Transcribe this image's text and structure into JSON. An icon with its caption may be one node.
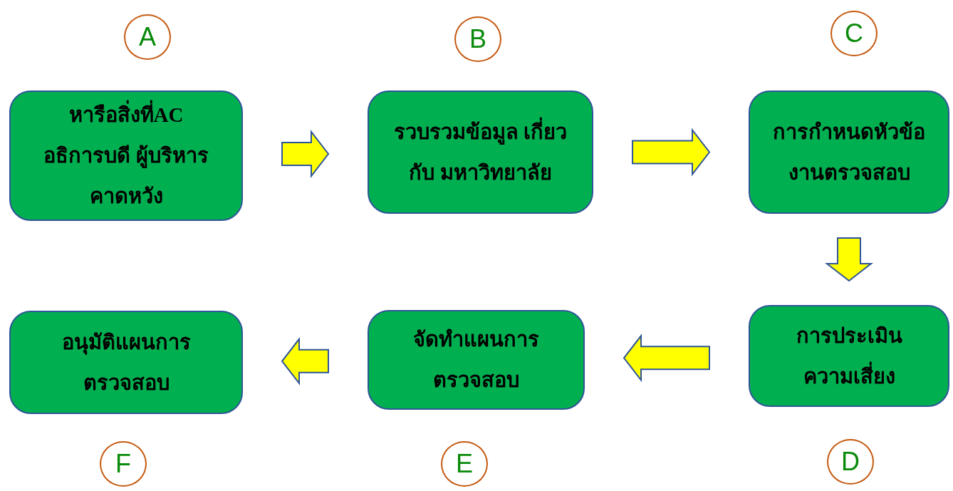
{
  "diagram": {
    "nodes": [
      {
        "text": [
          "A"
        ]
      },
      {
        "text": [
          "B"
        ]
      },
      {
        "text": [
          "C"
        ]
      },
      {
        "text": [
          "หารือสิ่งที่AC อธิการบดี ผู้บริหาร คาดหวัง"
        ]
      },
      {
        "text": [
          "รวบรวมข้อมูล เกี่ยวกับ มหาวิทยาลัย"
        ]
      },
      {
        "text": [
          "การกำหนดหัวข้อ งานตรวจสอบ"
        ]
      },
      {
        "text": [
          "อนุมัติแผนการ ตรวจสอบ"
        ]
      },
      {
        "text": [
          "จัดทำแผนการ ตรวจสอบ"
        ]
      },
      {
        "text": [
          "การประเมิน ความเสี่ยง"
        ]
      },
      {
        "text": [
          "F"
        ]
      },
      {
        "text": [
          "E"
        ]
      },
      {
        "text": [
          "D"
        ]
      }
    ],
    "edges": [
      {
        "from": 3,
        "to": 4,
        "arrow": "to"
      },
      {
        "from": 4,
        "to": 5,
        "arrow": "to"
      },
      {
        "from": 5,
        "to": 8,
        "arrow": "to"
      },
      {
        "from": 8,
        "to": 7,
        "arrow": "to"
      },
      {
        "from": 7,
        "to": 6,
        "arrow": "to"
      }
    ]
  }
}
